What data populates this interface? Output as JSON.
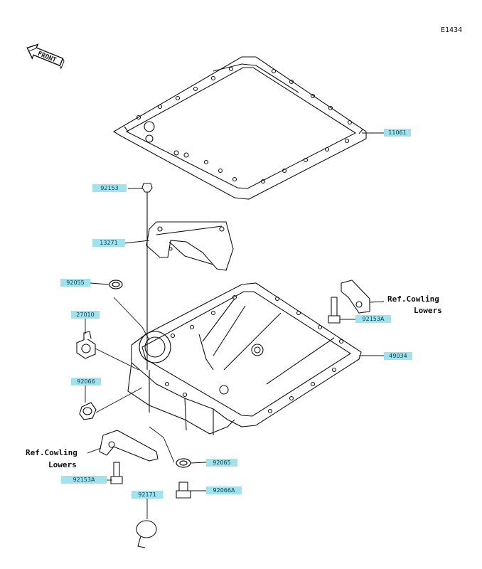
{
  "diagram": {
    "code": "E1434",
    "front_label": "FRONT",
    "callouts": [
      {
        "id": "11061",
        "label": "11061"
      },
      {
        "id": "92153",
        "label": "92153"
      },
      {
        "id": "13271",
        "label": "13271"
      },
      {
        "id": "92055",
        "label": "92055"
      },
      {
        "id": "27010",
        "label": "27010"
      },
      {
        "id": "92153A-right",
        "label": "92153A"
      },
      {
        "id": "49034",
        "label": "49034"
      },
      {
        "id": "92066",
        "label": "92066"
      },
      {
        "id": "92153A-left",
        "label": "92153A"
      },
      {
        "id": "92065",
        "label": "92065"
      },
      {
        "id": "92066A",
        "label": "92066A"
      },
      {
        "id": "92171",
        "label": "92171"
      }
    ],
    "references": {
      "right": {
        "line1": "Ref.Cowling",
        "line2": "Lowers"
      },
      "left": {
        "line1": "Ref.Cowling",
        "line2": "Lowers"
      }
    }
  },
  "colors": {
    "callout_fill": "#9fe3ef",
    "line": "#111111"
  }
}
